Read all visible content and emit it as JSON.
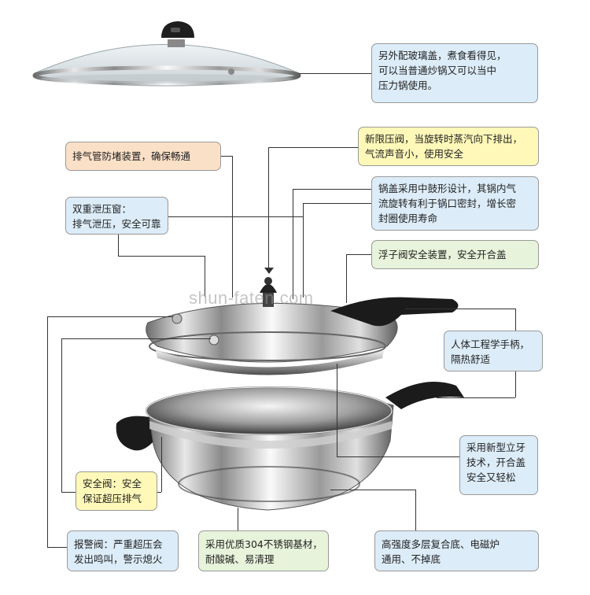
{
  "watermark": "shun-faten.com",
  "callouts": {
    "glass_lid": {
      "lines": [
        "另外配玻璃盖，煮食看得见，",
        "可以当普通炒锅又可以当中",
        "压力锅使用。"
      ]
    },
    "new_valve": {
      "lines": [
        "新限压阀，当旋转时蒸汽向下排出，",
        "气流声音小，使用安全"
      ]
    },
    "exhaust_pipe": {
      "lines": [
        "排气管防堵装置，确保畅通"
      ]
    },
    "drum_lid": {
      "lines": [
        "锅盖采用中鼓形设计，其锅内气",
        "流旋转有利于锅口密封，增长密",
        "封圈使用寿命"
      ]
    },
    "dual_window": {
      "lines": [
        "双重泄压窗：",
        "排气泄压，安全可靠"
      ]
    },
    "float_valve": {
      "lines": [
        "浮子阀安全装置，安全开合盖"
      ]
    },
    "handle": {
      "lines": [
        "人体工程学手柄，",
        "隔热舒适"
      ]
    },
    "teeth": {
      "lines": [
        "采用新型立牙",
        "技术，开合盖",
        "安全又轻松"
      ]
    },
    "safety_valve": {
      "lines": [
        "安全阀：安全",
        "保证超压排气"
      ]
    },
    "alarm_valve": {
      "lines": [
        "报警阀：严重超压会",
        "发出鸣叫，警示熄火"
      ]
    },
    "steel": {
      "lines": [
        "采用优质304不锈钢基材，",
        "耐酸碱、易清理"
      ]
    },
    "base": {
      "lines": [
        "高强度多层复合底、电磁炉",
        "通用、不掉底"
      ]
    }
  }
}
